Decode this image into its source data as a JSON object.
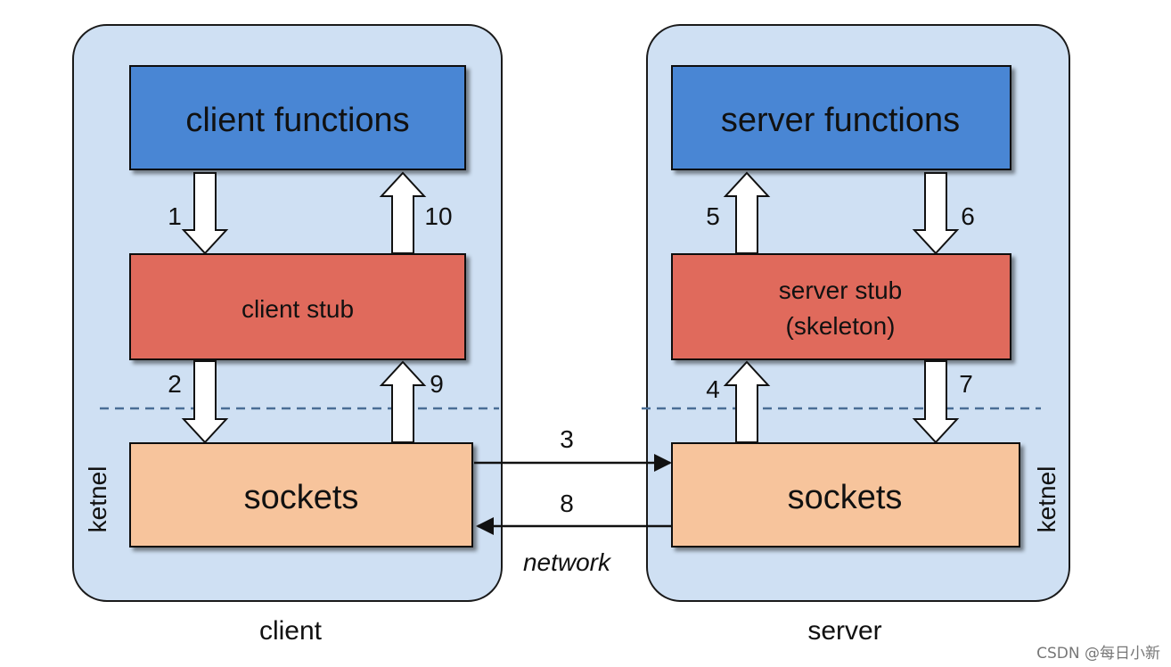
{
  "client_panel": {
    "functions_label": "client functions",
    "stub_label": "client stub",
    "sockets_label": "sockets",
    "kernel_label": "ketnel",
    "caption": "client"
  },
  "server_panel": {
    "functions_label": "server functions",
    "stub_label_line1": "server stub",
    "stub_label_line2": "(skeleton)",
    "sockets_label": "sockets",
    "kernel_label": "ketnel",
    "caption": "server"
  },
  "steps": {
    "s1": "1",
    "s2": "2",
    "s3": "3",
    "s4": "4",
    "s5": "5",
    "s6": "6",
    "s7": "7",
    "s8": "8",
    "s9": "9",
    "s10": "10"
  },
  "network_label": "network",
  "watermark": "CSDN @每日小新",
  "colors": {
    "panel_fill": "#cfe0f3",
    "functions_fill": "#4a86d4",
    "stub_fill": "#e06b5b",
    "sockets_fill": "#f7c49c",
    "dashed_line": "#4a6e96"
  }
}
